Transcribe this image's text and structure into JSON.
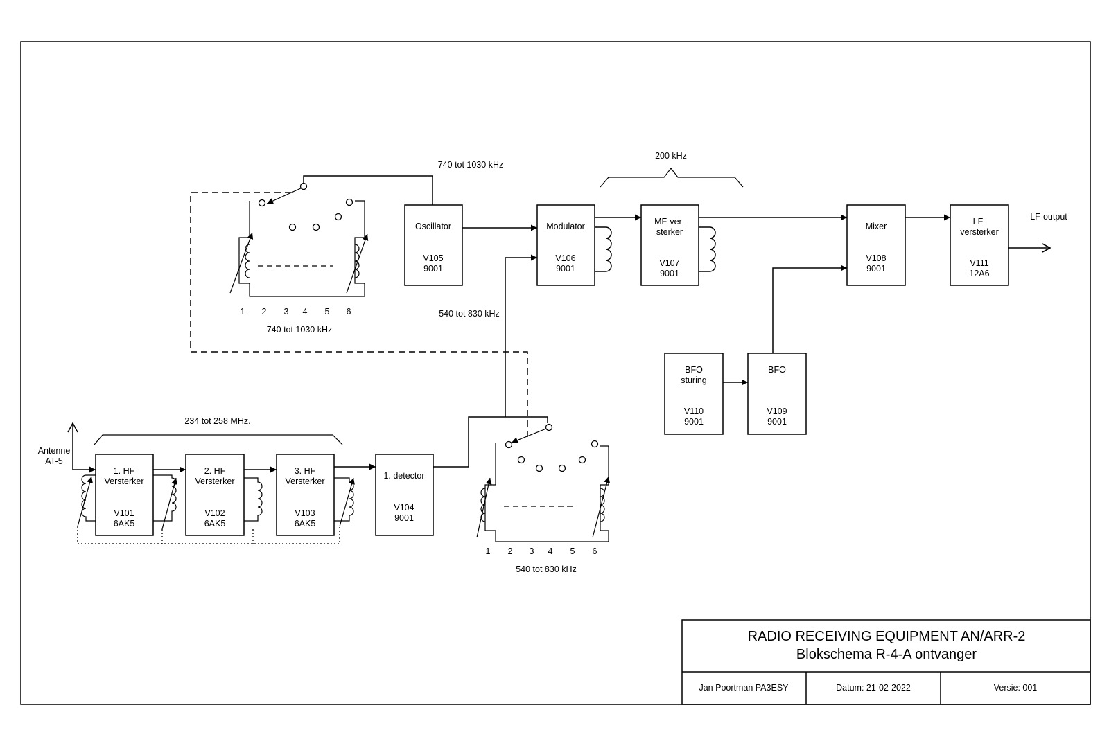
{
  "title_block": {
    "title": "RADIO RECEIVING EQUIPMENT AN/ARR-2",
    "subtitle": "Blokschema R-4-A ontvanger",
    "author": "Jan Poortman PA3ESY",
    "date": "Datum:  21-02-2022",
    "version": "Versie:  001"
  },
  "antenna": {
    "line1": "Antenne",
    "line2": "AT-5"
  },
  "output_label": "LF-output",
  "freq_labels": {
    "osc_top": "740  tot  1030 kHz",
    "osc_switch": "740  tot  1030 kHz",
    "det_input": "540  tot  830 kHz",
    "det_switch": "540  tot  830 kHz",
    "if_bw": "200 kHz",
    "hf_band": "234 tot 258 MHz."
  },
  "switch_positions": [
    "1",
    "2",
    "3",
    "4",
    "5",
    "6"
  ],
  "blocks": [
    {
      "id": "hf1",
      "lines": [
        "1. HF",
        "Versterker"
      ],
      "tube": [
        "V101",
        "6AK5"
      ]
    },
    {
      "id": "hf2",
      "lines": [
        "2. HF",
        "Versterker"
      ],
      "tube": [
        "V102",
        "6AK5"
      ]
    },
    {
      "id": "hf3",
      "lines": [
        "3. HF",
        "Versterker"
      ],
      "tube": [
        "V103",
        "6AK5"
      ]
    },
    {
      "id": "det",
      "lines": [
        "1. detector"
      ],
      "tube": [
        "V104",
        "9001"
      ]
    },
    {
      "id": "osc",
      "lines": [
        "Oscillator"
      ],
      "tube": [
        "V105",
        "9001"
      ]
    },
    {
      "id": "mod",
      "lines": [
        "Modulator"
      ],
      "tube": [
        "V106",
        "9001"
      ]
    },
    {
      "id": "mf",
      "lines": [
        "MF-ver-",
        "sterker"
      ],
      "tube": [
        "V107",
        "9001"
      ]
    },
    {
      "id": "mix",
      "lines": [
        "Mixer"
      ],
      "tube": [
        "V108",
        "9001"
      ]
    },
    {
      "id": "lf",
      "lines": [
        "LF-",
        "versterker"
      ],
      "tube": [
        "V111",
        "12A6"
      ]
    },
    {
      "id": "bfo",
      "lines": [
        "BFO"
      ],
      "tube": [
        "V109",
        "9001"
      ]
    },
    {
      "id": "bfos",
      "lines": [
        "BFO",
        "sturing"
      ],
      "tube": [
        "V110",
        "9001"
      ]
    }
  ]
}
